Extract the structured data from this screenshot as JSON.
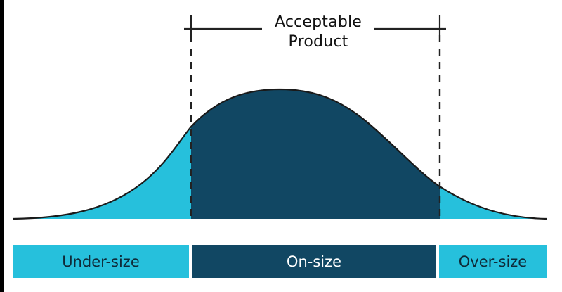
{
  "title": {
    "line1": "Acceptable",
    "line2": "Product"
  },
  "bands": [
    {
      "label": "Under-size",
      "color": "#26C0DC",
      "text_color": "#0f2a38"
    },
    {
      "label": "On-size",
      "color": "#114763",
      "text_color": "#ffffff"
    },
    {
      "label": "Over-size",
      "color": "#26C0DC",
      "text_color": "#0f2a38"
    }
  ],
  "colors": {
    "tail": "#26C0DC",
    "center": "#114763",
    "outline": "#1a1a1a",
    "dashed": "#222222"
  },
  "distribution": {
    "shape": "normal-curve",
    "lower_spec_limit_label": "lower limit (dashed)",
    "upper_spec_limit_label": "upper limit (dashed)"
  }
}
